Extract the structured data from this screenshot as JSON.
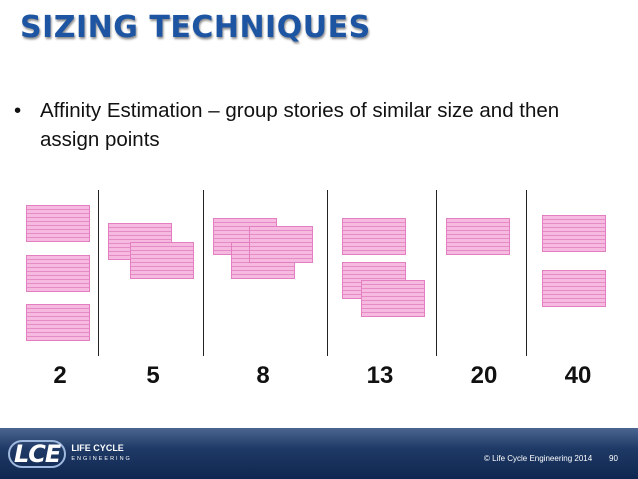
{
  "title": "SIZING TECHNIQUES",
  "bullet": {
    "marker": "•",
    "text": "Affinity Estimation – group stories of similar size and then assign points"
  },
  "columns": [
    {
      "points": "2",
      "cards": 3
    },
    {
      "points": "5",
      "cards": 2
    },
    {
      "points": "8",
      "cards": 3
    },
    {
      "points": "13",
      "cards": 3
    },
    {
      "points": "20",
      "cards": 1
    },
    {
      "points": "40",
      "cards": 2
    }
  ],
  "footer": {
    "logo_mark": "LCE",
    "logo_name": "LIFE CYCLE",
    "logo_sub": "ENGINEERING",
    "copyright": "© Life Cycle Engineering 2014",
    "page": "90"
  },
  "colors": {
    "title": "#1d55a3",
    "card": "#f6b9e0",
    "footer": "#1f3a66"
  }
}
